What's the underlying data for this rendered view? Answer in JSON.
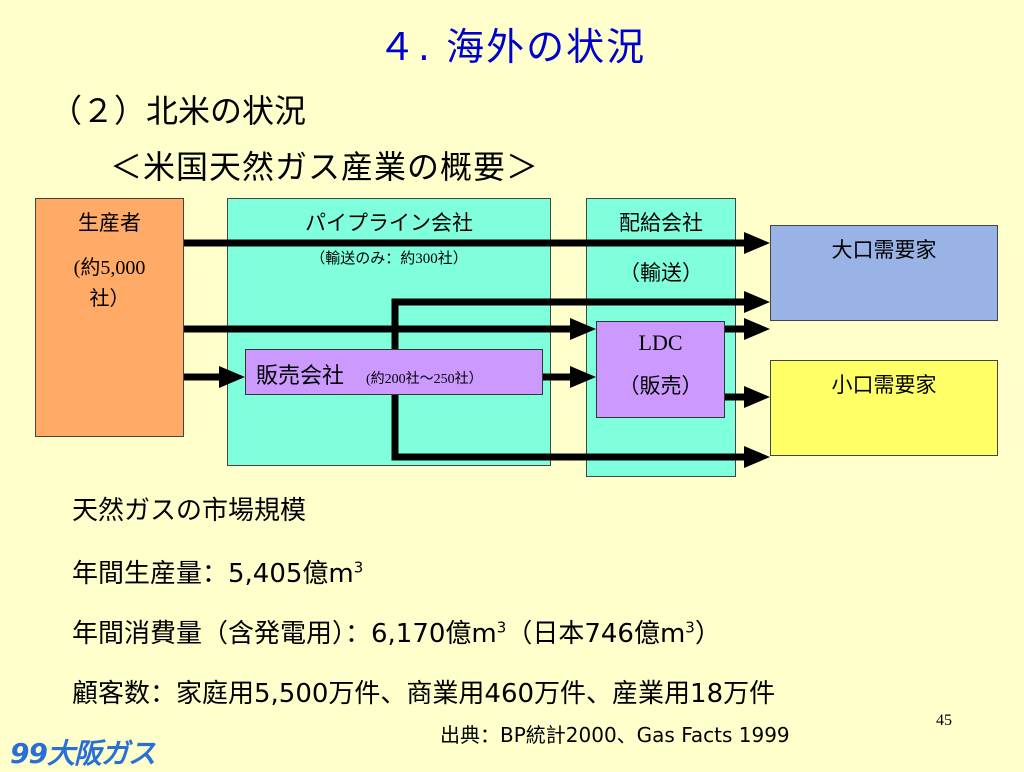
{
  "slide": {
    "title": "４. 海外の状況",
    "subtitle": "（２）北米の状況",
    "section_title": "＜米国天然ガス産業の概要＞"
  },
  "diagram": {
    "producer": {
      "label": "生産者",
      "count_line1": "(約5,000",
      "count_line2": "社）"
    },
    "pipeline": {
      "label": "パイプライン会社",
      "note": "（輸送のみ：約300社）"
    },
    "marketer": {
      "label": "販売会社",
      "note": "(約200社～250社）"
    },
    "ldc_area": {
      "label": "配給会社",
      "note": "（輸送）"
    },
    "ldc": {
      "label": "LDC",
      "note": "（販売）"
    },
    "large_customers": {
      "label": "大口需要家"
    },
    "small_customers": {
      "label": "小口需要家"
    },
    "arrow_color": "#000000"
  },
  "market": {
    "heading": "天然ガスの市場規模",
    "production": {
      "prefix": "年間生産量：5,405億m",
      "sup": "3"
    },
    "consumption": {
      "prefix": "年間消費量（含発電用）：6,170億m",
      "sup": "3",
      "middle": "（日本746億m",
      "sup2": "3",
      "suffix": "）"
    },
    "customers": "顧客数：家庭用5,500万件、商業用460万件、産業用18万件"
  },
  "source": "出典：BP統計2000、Gas Facts 1999",
  "page_number": "45",
  "logo_text": "99大阪ガス"
}
